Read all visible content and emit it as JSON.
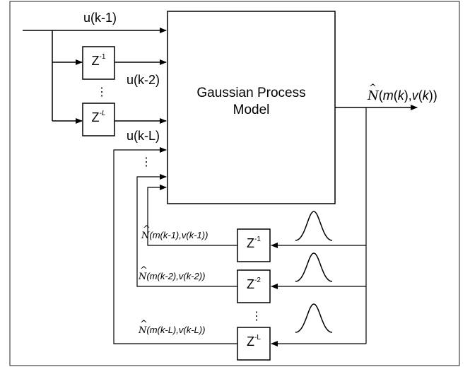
{
  "model": {
    "line1": "Gaussian Process",
    "line2": "Model"
  },
  "inputs": {
    "u1": "u(k-1)",
    "u2": "u(k-2)",
    "uL": "u(k-L)"
  },
  "output": {
    "label": "Ń(m(k),v(k))"
  },
  "delays": {
    "upper": [
      {
        "base": "Z",
        "exp": "-1"
      },
      {
        "base": "Z",
        "exp": "-L"
      }
    ],
    "lower": [
      {
        "base": "Z",
        "exp": "-1"
      },
      {
        "base": "Z",
        "exp": "-2"
      },
      {
        "base": "Z",
        "exp": "-L"
      }
    ]
  },
  "feedback": {
    "f1": "(m(k-1),v(k-1))",
    "f2": "(m(k-2),v(k-2))",
    "fL": "(m(k-L),v(k-L))"
  },
  "symbols": {
    "ncal": "N",
    "ellipsis": "⋮"
  }
}
